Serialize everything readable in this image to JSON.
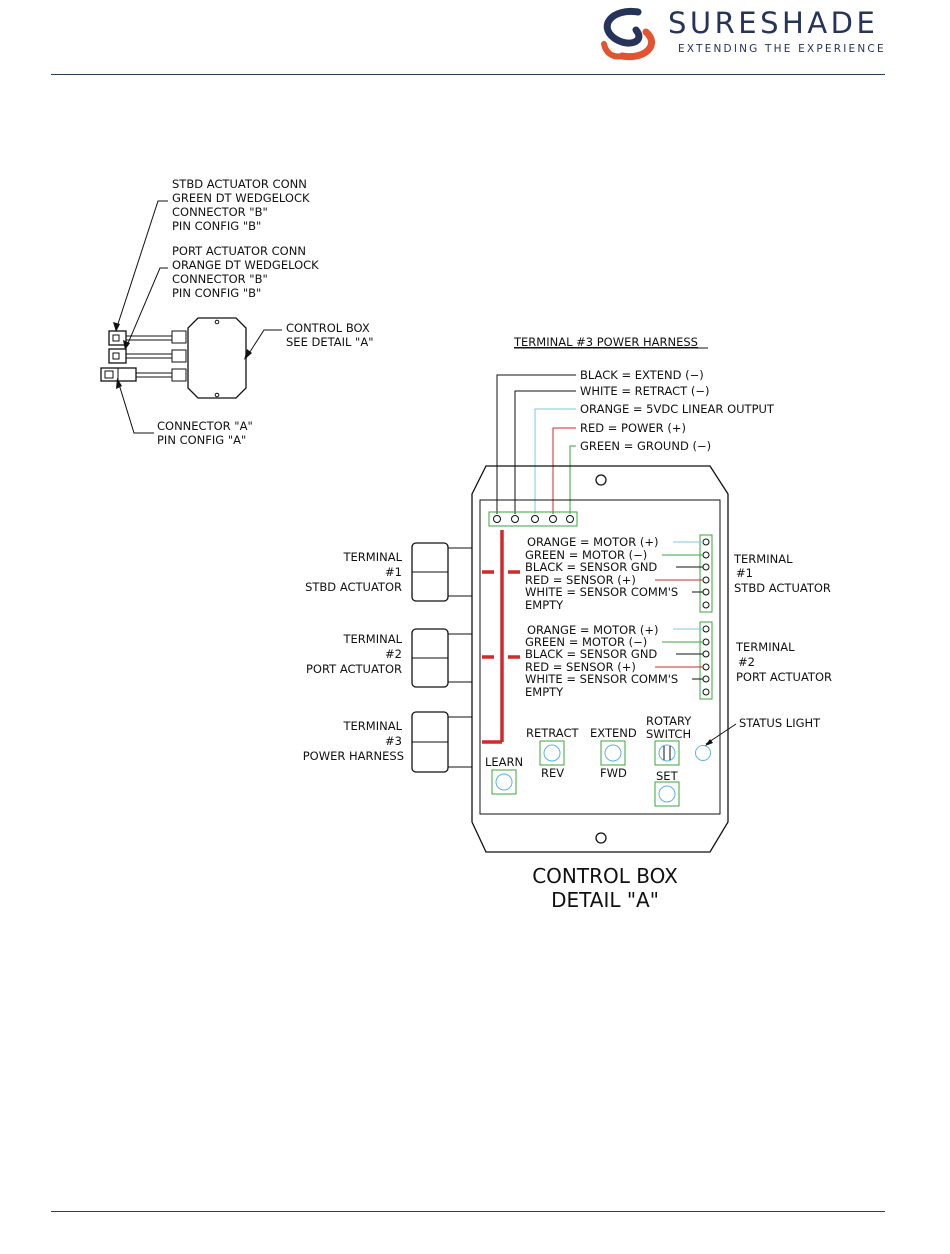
{
  "brand": {
    "name": "SURESHADE",
    "tagline": "EXTENDING THE EXPERIENCE",
    "logo": "sureshade-swirl-logo"
  },
  "overview": {
    "stbd_conn": [
      "STBD ACTUATOR CONN",
      "GREEN DT WEDGELOCK",
      "CONNECTOR \"B\"",
      "PIN CONFIG \"B\""
    ],
    "port_conn": [
      "PORT ACTUATOR CONN",
      "ORANGE DT WEDGELOCK",
      "CONNECTOR \"B\"",
      "PIN CONFIG \"B\""
    ],
    "control_box": [
      "CONTROL BOX",
      "SEE DETAIL \"A\""
    ],
    "conn_a": [
      "CONNECTOR \"A\"",
      "PIN CONFIG \"A\""
    ]
  },
  "power_harness": {
    "title": "TERMINAL #3 POWER HARNESS",
    "wires": [
      {
        "label": "BLACK = EXTEND (−)",
        "color": "#111111"
      },
      {
        "label": "WHITE = RETRACT (−)",
        "color": "#111111"
      },
      {
        "label": "ORANGE = 5VDC LINEAR OUTPUT",
        "color": "#7ec8e6"
      },
      {
        "label": "RED = POWER (+)",
        "color": "#d12a2a"
      },
      {
        "label": "GREEN = GROUND (−)",
        "color": "#3aa63a"
      }
    ]
  },
  "terminal1": {
    "side_label": [
      "TERMINAL",
      "#1",
      "STBD ACTUATOR"
    ],
    "right_label": [
      "TERMINAL",
      "#1",
      "STBD ACTUATOR"
    ],
    "pins": [
      {
        "label": "ORANGE = MOTOR (+)",
        "color": "#7ec8e6"
      },
      {
        "label": "GREEN = MOTOR (−)",
        "color": "#3aa63a"
      },
      {
        "label": "BLACK = SENSOR GND",
        "color": "#111111"
      },
      {
        "label": "RED = SENSOR (+)",
        "color": "#d12a2a"
      },
      {
        "label": "WHITE = SENSOR COMM'S",
        "color": "#111111"
      },
      {
        "label": "EMPTY",
        "color": ""
      }
    ]
  },
  "terminal2": {
    "side_label": [
      "TERMINAL",
      "#2",
      "PORT ACTUATOR"
    ],
    "right_label": [
      "TERMINAL",
      "#2",
      "PORT ACTUATOR"
    ],
    "pins": [
      {
        "label": "ORANGE = MOTOR (+)",
        "color": "#7ec8e6"
      },
      {
        "label": "GREEN = MOTOR (−)",
        "color": "#3aa63a"
      },
      {
        "label": "BLACK = SENSOR GND",
        "color": "#111111"
      },
      {
        "label": "RED = SENSOR (+)",
        "color": "#d12a2a"
      },
      {
        "label": "WHITE = SENSOR COMM'S",
        "color": "#111111"
      },
      {
        "label": "EMPTY",
        "color": ""
      }
    ]
  },
  "terminal3": {
    "side_label": [
      "TERMINAL",
      "#3",
      "POWER HARNESS"
    ]
  },
  "buttons": {
    "retract": "RETRACT",
    "rev": "REV",
    "extend": "EXTEND",
    "fwd": "FWD",
    "rotary": [
      "ROTARY",
      "SWITCH"
    ],
    "set": "SET",
    "learn": "LEARN"
  },
  "status_light": "STATUS LIGHT",
  "detail_caption": [
    "CONTROL BOX",
    "DETAIL \"A\""
  ],
  "colors": {
    "red_bus": "#d12a2a",
    "button_frame": "#3aa63a",
    "button_circle": "#5ab4e0",
    "rule": "#2e3b5c"
  }
}
